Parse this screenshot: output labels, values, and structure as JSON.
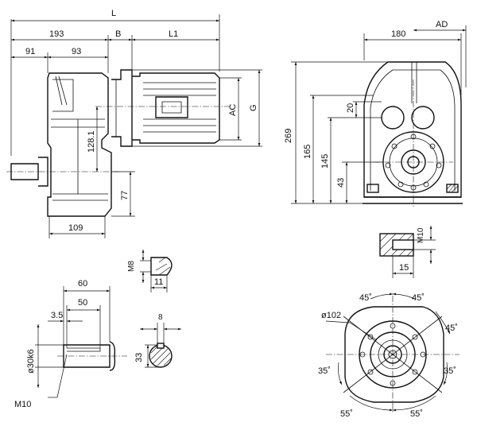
{
  "side_view": {
    "L": "L",
    "d193": "193",
    "B": "B",
    "L1": "L1",
    "d91": "91",
    "d93": "93",
    "AC": "AC",
    "G": "G",
    "d128": "128.1",
    "d77": "77",
    "d109": "109"
  },
  "front_view": {
    "AD": "AD",
    "d180": "180",
    "d269": "269",
    "d165": "165",
    "d145": "145",
    "d43": "43",
    "d20": "20"
  },
  "tap_detail": {
    "M10": "M10",
    "d15": "15"
  },
  "shaft_view": {
    "d60": "60",
    "d50": "50",
    "d3_5": "3.5",
    "dia30": "ø30k6",
    "M10": "M10"
  },
  "key_detail": {
    "M8": "M8",
    "d11": "11"
  },
  "section_detail": {
    "d8": "8",
    "d33": "33"
  },
  "flange_view": {
    "dia102": "ø102",
    "a45_top_left": "45˚",
    "a45_top_right": "45˚",
    "a45_right": "45˚",
    "a35_left": "35˚",
    "a35_right": "35˚",
    "a55_left": "55˚",
    "a55_right": "55˚"
  }
}
